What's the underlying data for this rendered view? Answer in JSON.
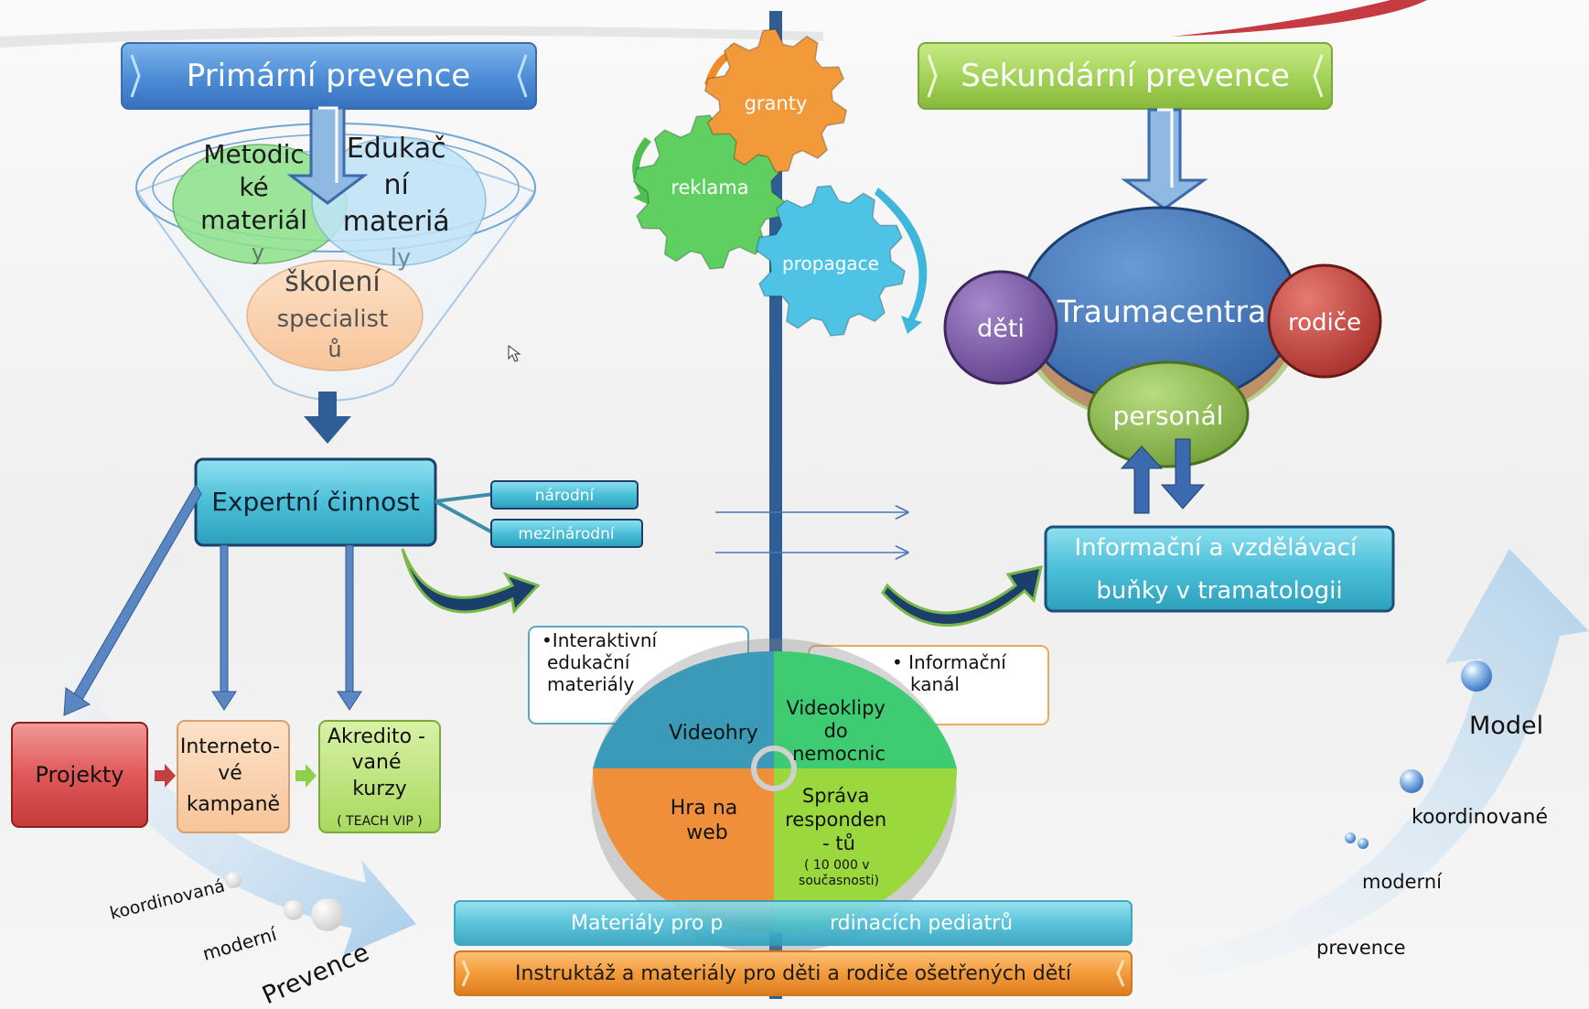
{
  "primary": {
    "title": "Primární prevence",
    "funnel": {
      "metodicke": [
        "Metodic",
        "ké",
        "materiál",
        "y"
      ],
      "edukacni": [
        "Edukač",
        "ní",
        "materiá",
        "ly"
      ],
      "skoleni": [
        "školení",
        "specialist",
        "ů"
      ]
    },
    "expert": "Expertní činnost",
    "expert_tags": [
      "národní",
      "mezinárodní"
    ],
    "boxes": {
      "projekty": [
        "Projekty"
      ],
      "internet": [
        "Interneto-",
        "vé",
        "kampaně"
      ],
      "akredit": [
        "Akredito -",
        "vané",
        "kurzy"
      ],
      "akredit_note": "( TEACH VIP )"
    }
  },
  "center": {
    "gears": [
      "granty",
      "reklama",
      "propagace"
    ],
    "callout_left": [
      "•Interaktivní",
      "edukační",
      "materiály"
    ],
    "callout_right": [
      "•  Informační",
      "kanál"
    ],
    "pie": {
      "q1": [
        "Videohry"
      ],
      "q2": [
        "Videoklipy",
        "do",
        "nemocnic"
      ],
      "q3": [
        "Hra na",
        "web"
      ],
      "q4": [
        "Správa",
        "responden",
        "- tů"
      ],
      "q4_note": [
        "( 10 000 v",
        "současnosti)"
      ]
    },
    "bar1": "Materiály pro praktické a ordinacích pediatrů",
    "bar1_visible": [
      "Materiály pro p",
      "rdinacích pediatrů"
    ],
    "bar2": "Instruktáž a materiály pro děti a rodiče ošetřených dětí"
  },
  "secondary": {
    "title": "Sekundární prevence",
    "hub": "Traumacentra",
    "deti": "děti",
    "rodice": "rodiče",
    "personal": "personál",
    "info": [
      "Informační a vzdělávací",
      "buňky v tramatologii"
    ]
  },
  "arrows": {
    "left_words": [
      "koordinovaná",
      "moderní",
      "Prevence"
    ],
    "right_words": [
      "Model",
      "koordinované",
      "moderní",
      "prevence"
    ]
  },
  "colors": {
    "primary_title": "#5b9bd5",
    "secondary_title": "#a5d45a",
    "hub": "#3f74b8",
    "deti": "#7e5ca8",
    "rodice": "#c8443c",
    "personal": "#8cb84a",
    "gear_orange": "#f29a3a",
    "gear_green": "#5fcf62",
    "gear_blue": "#4ec3e6",
    "cyan_box": "#4bbfd8",
    "orange_bar": "#f39b3a"
  }
}
